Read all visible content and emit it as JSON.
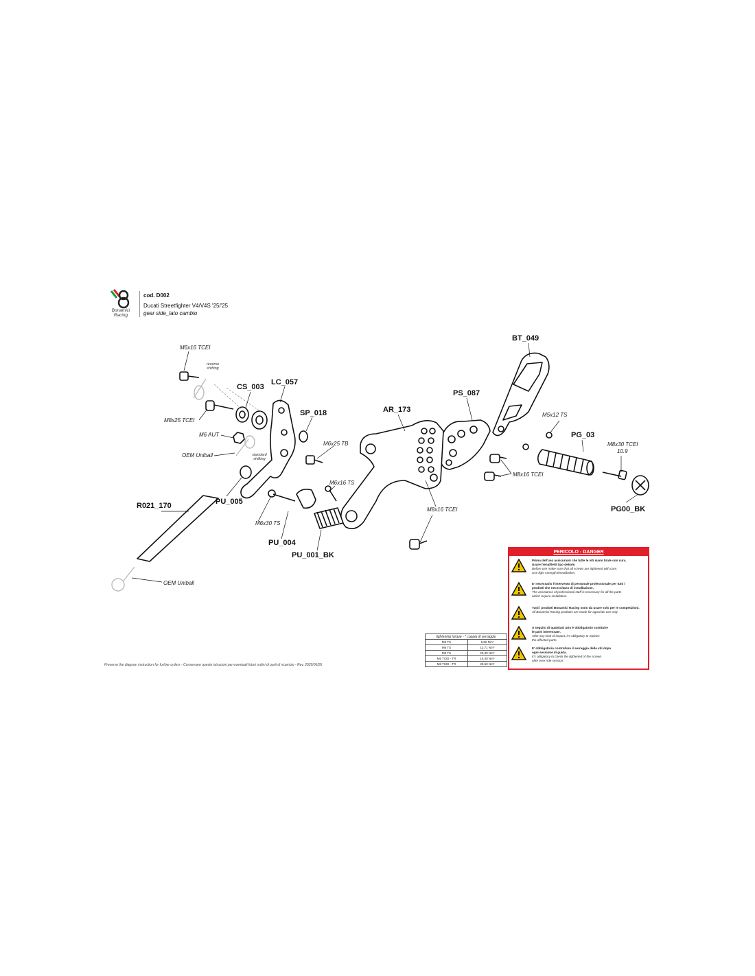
{
  "header": {
    "code": "cod. D002",
    "model": "Ducati Streetfighter V4/V4S '25/'25",
    "side": "gear side_lato cambio",
    "brand": "Bonamici Racing"
  },
  "parts": {
    "bt_049": "BT_049",
    "lc_057": "LC_057",
    "cs_003": "CS_003",
    "sp_018": "SP_018",
    "ar_173": "AR_173",
    "ps_087": "PS_087",
    "pg_03": "PG_03",
    "pg00_bk": "PG00_BK",
    "r021_170": "R021_170",
    "pu_005": "PU_005",
    "pu_004": "PU_004",
    "pu_001_bk": "PU_001_BK"
  },
  "hardware": {
    "m6x16_tcei": "M6x16 TCEI",
    "reverse_shifting": "reverse shifting",
    "m8x25_tcei": "M8x25 TCEI",
    "m6_aut": "M6 AUT",
    "oem_uniball_top": "OEM Uniball",
    "standard_shifting": "standard shifting",
    "m6x25_tb": "M6x25 TB",
    "m6x16_ts": "M6x16 TS",
    "m6x30_ts": "M6x30 TS",
    "m5x12_ts": "M5x12 TS",
    "m8x30_tcei": "M8x30 TCEI",
    "grade": "10.9",
    "m8x16_tcei_right": "M8x16 TCEI",
    "m8x16_tcei_bottom": "M8x16 TCEI",
    "oem_uniball_bottom": "OEM Uniball"
  },
  "footer_note": "Preserve the diagram instruction for further orders - Conservare queste istruzioni per eventuali futuri ordini di parti di ricambio - Rev. 2025/06/26",
  "torque_table": {
    "header": "tightening torque - * coppia di serraggio",
    "rows": [
      {
        "spec": "M5 TS",
        "value": "6,86 Nm*"
      },
      {
        "spec": "M6 TS",
        "value": "12,71 Nm*"
      },
      {
        "spec": "M8 TS",
        "value": "20,30 Nm*"
      },
      {
        "spec": "M6 TCEI - TR",
        "value": "15,30 Nm*"
      },
      {
        "spec": "M8 TCEI - TR",
        "value": "25,50 Nm*"
      }
    ]
  },
  "danger": {
    "title": "PERICOLO - DANGER",
    "items": [
      {
        "it": "Prima dell'uso assicurarsi che tutte le viti siano tirate con cura.\nUsare frenafiletti tipo debole.",
        "en": "Before use make sure that all screws are tightened with care.\nUse light strength threadlocker."
      },
      {
        "it": "E' necessario l'intervento di personale professionale per tutti i\nprodotti che necessitano di installazione.",
        "en": "The assistance of professional staff is necessary for all the parts\nwhich require installation."
      },
      {
        "it": "Tutti i prodotti Bonamici Racing sono da usare solo per le competizioni.",
        "en": "All Bonamici Racing products are made for agonistic use only."
      },
      {
        "it": "A seguito di qualsiasi urto è obbligatorio sostituire\nle parti interessate.",
        "en": "After any kind of impact, it's obligatory to replace\nthe affected parts."
      },
      {
        "it": "E' obbligatorio controllare il serraggio delle viti dopo\nogni sessione di guida.",
        "en": "It's obligatory to check the tightened of the screws\nafter ever ride session."
      }
    ]
  },
  "colors": {
    "danger_red": "#e0202b",
    "logo_green": "#1a9a3a",
    "logo_red": "#d8232a"
  }
}
